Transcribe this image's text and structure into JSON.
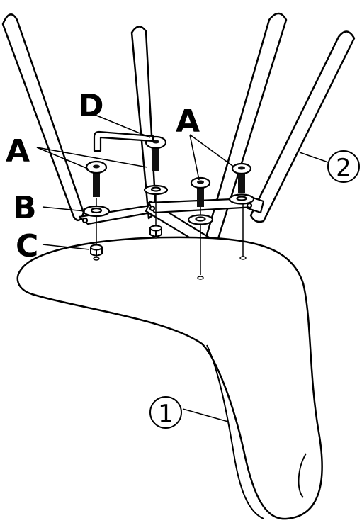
{
  "diagram": {
    "part_labels": {
      "a_left": "A",
      "a_right": "A",
      "b": "B",
      "c": "C",
      "d": "D"
    },
    "item_numbers": {
      "seat": "1",
      "leg_frame": "2"
    },
    "colors": {
      "line": "#000000",
      "background": "#ffffff",
      "fill": "#ffffff",
      "bolt": "#111111"
    }
  }
}
